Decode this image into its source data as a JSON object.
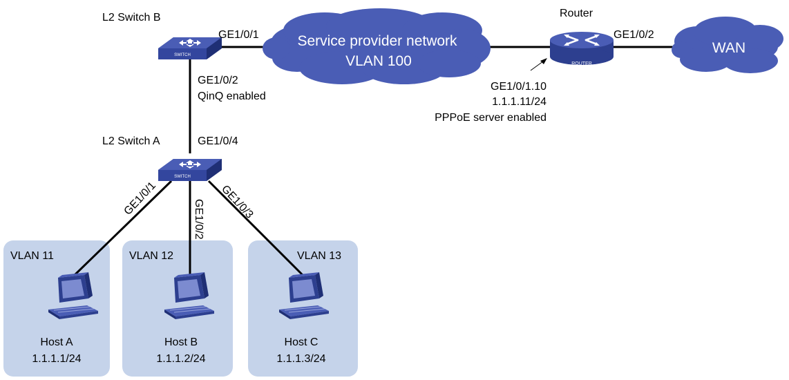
{
  "colors": {
    "cloud": "#4a5db5",
    "vlan_box": "#c5d3ea",
    "switch_top": "#4a5db5",
    "switch_side": "#2d3f8f",
    "line": "#000000"
  },
  "devices": {
    "switch_b": {
      "name": "L2 Switch B",
      "icon": "switch-icon",
      "badge": "SWITCH"
    },
    "switch_a": {
      "name": "L2 Switch A",
      "icon": "switch-icon",
      "badge": "SWITCH"
    },
    "router": {
      "name": "Router",
      "icon": "router-icon",
      "badge": "ROUTER"
    }
  },
  "clouds": {
    "sp": {
      "line1": "Service provider network",
      "line2": "VLAN 100"
    },
    "wan": {
      "label": "WAN"
    }
  },
  "ports": {
    "swb_ge101": "GE1/0/1",
    "swb_ge102": "GE1/0/2",
    "swb_qinq": "QinQ enabled",
    "swa_ge104": "GE1/0/4",
    "swa_ge101": "GE1/0/1",
    "swa_ge102": "GE1/0/2",
    "swa_ge103": "GE1/0/3",
    "router_ge102": "GE1/0/2",
    "router_sub_if": "GE1/0/1.10",
    "router_ip": "1.1.1.11/24",
    "router_pppoe": "PPPoE server enabled"
  },
  "vlans": [
    {
      "label": "VLAN 11",
      "host": "Host A",
      "ip": "1.1.1.1/24"
    },
    {
      "label": "VLAN 12",
      "host": "Host B",
      "ip": "1.1.1.2/24"
    },
    {
      "label": "VLAN 13",
      "host": "Host C",
      "ip": "1.1.1.3/24"
    }
  ]
}
